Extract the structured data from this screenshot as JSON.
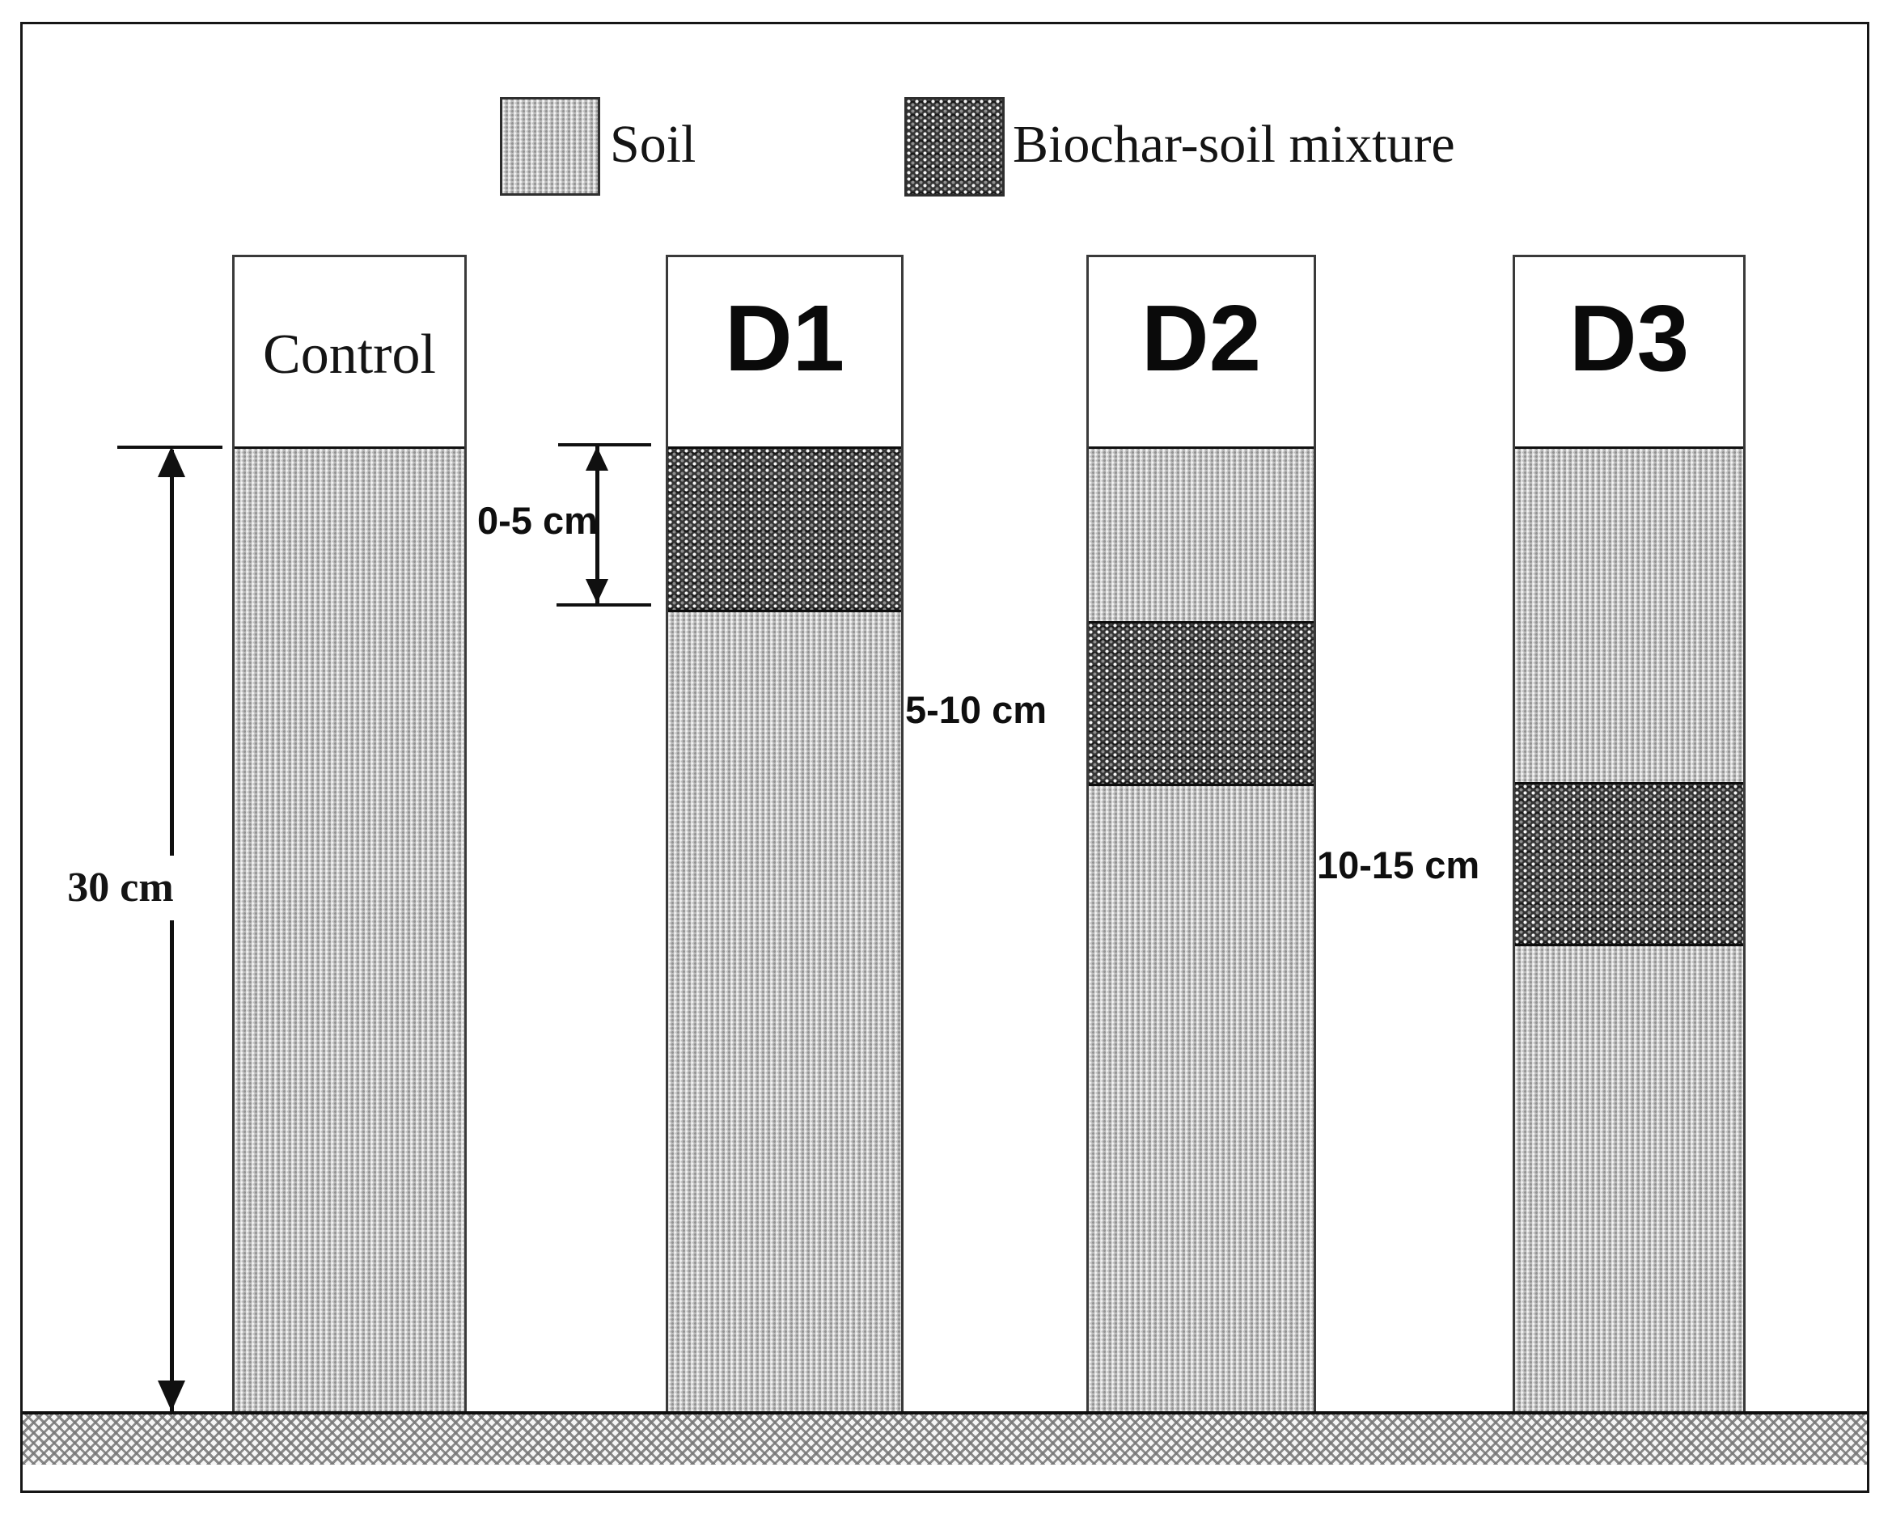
{
  "figure": {
    "description": "Schematic of soil columns showing placement depth of biochar-soil mixture",
    "total_depth_cm": 30
  },
  "legend": {
    "items": [
      {
        "id": "soil",
        "label": "Soil"
      },
      {
        "id": "biochar",
        "label": "Biochar-soil mixture"
      }
    ]
  },
  "columns": [
    {
      "id": "control",
      "label": "Control",
      "layers": [
        {
          "material": "soil",
          "depth_cm": "0-30"
        }
      ]
    },
    {
      "id": "d1",
      "label": "D1",
      "band_depth": "0-5 cm",
      "layers": [
        {
          "material": "biochar-soil mixture",
          "depth_cm": "0-5"
        },
        {
          "material": "soil",
          "depth_cm": "5-30"
        }
      ]
    },
    {
      "id": "d2",
      "label": "D2",
      "band_depth": "5-10 cm",
      "layers": [
        {
          "material": "soil",
          "depth_cm": "0-5"
        },
        {
          "material": "biochar-soil mixture",
          "depth_cm": "5-10"
        },
        {
          "material": "soil",
          "depth_cm": "10-30"
        }
      ]
    },
    {
      "id": "d3",
      "label": "D3",
      "band_depth": "10-15 cm",
      "layers": [
        {
          "material": "soil",
          "depth_cm": "0-10"
        },
        {
          "material": "biochar-soil mixture",
          "depth_cm": "10-15"
        },
        {
          "material": "soil",
          "depth_cm": "15-30"
        }
      ]
    }
  ],
  "annotations": {
    "column_height_label": "30 cm",
    "d1_band_label": "0-5 cm",
    "d2_band_label": "5-10 cm",
    "d3_band_label": "10-15 cm"
  },
  "colors": {
    "soil_base": "#bcbcbc",
    "biochar_base": "#353535",
    "line": "#111111",
    "background": "#ffffff"
  }
}
